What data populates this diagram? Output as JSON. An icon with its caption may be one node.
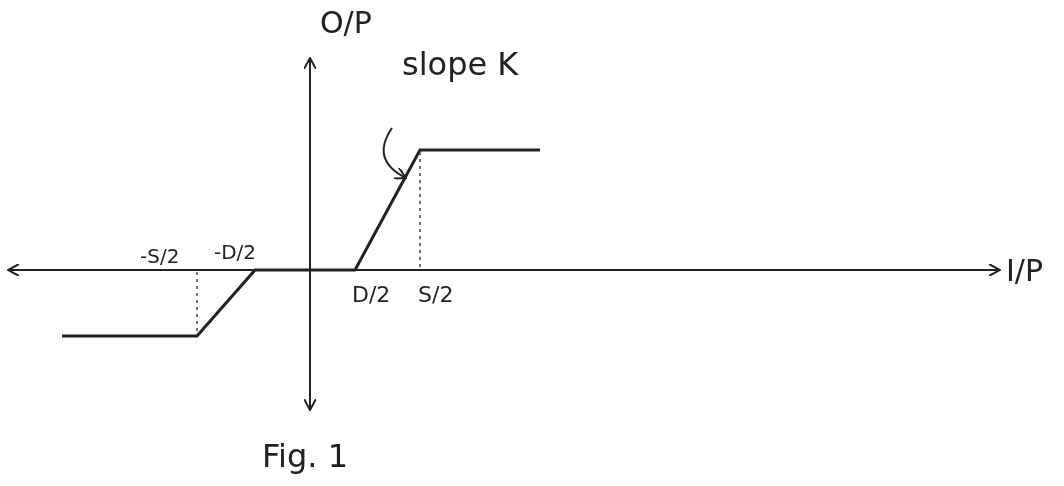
{
  "diagram": {
    "caption": "Fig. 1",
    "labels": [
      "O/P",
      "slope K",
      "-S/2",
      "-D/2",
      "I/P",
      "D/2",
      "S/2"
    ]
  }
}
